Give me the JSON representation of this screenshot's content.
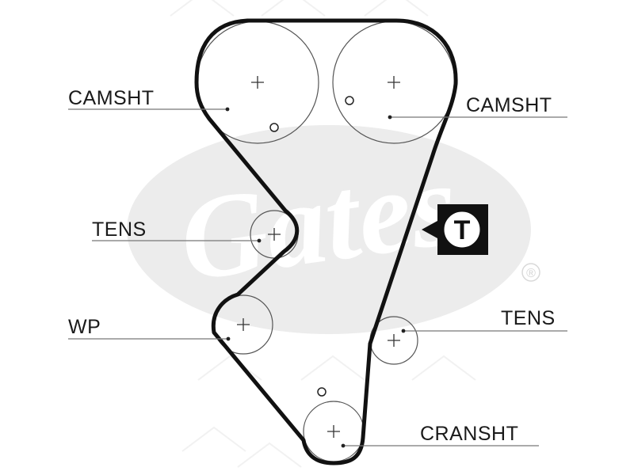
{
  "labels": {
    "camsht_left": "CAMSHT",
    "camsht_right": "CAMSHT",
    "tens_upper": "TENS",
    "wp": "WP",
    "tens_lower": "TENS",
    "cranksht": "CRANSHT"
  },
  "badge": {
    "letter": "T"
  },
  "watermark": {
    "logo_text": "Gates",
    "registered": "®"
  },
  "colors": {
    "belt": "#111111",
    "pulley_outline": "#555555",
    "leader": "#777777",
    "watermark_fill": "#ececec"
  }
}
